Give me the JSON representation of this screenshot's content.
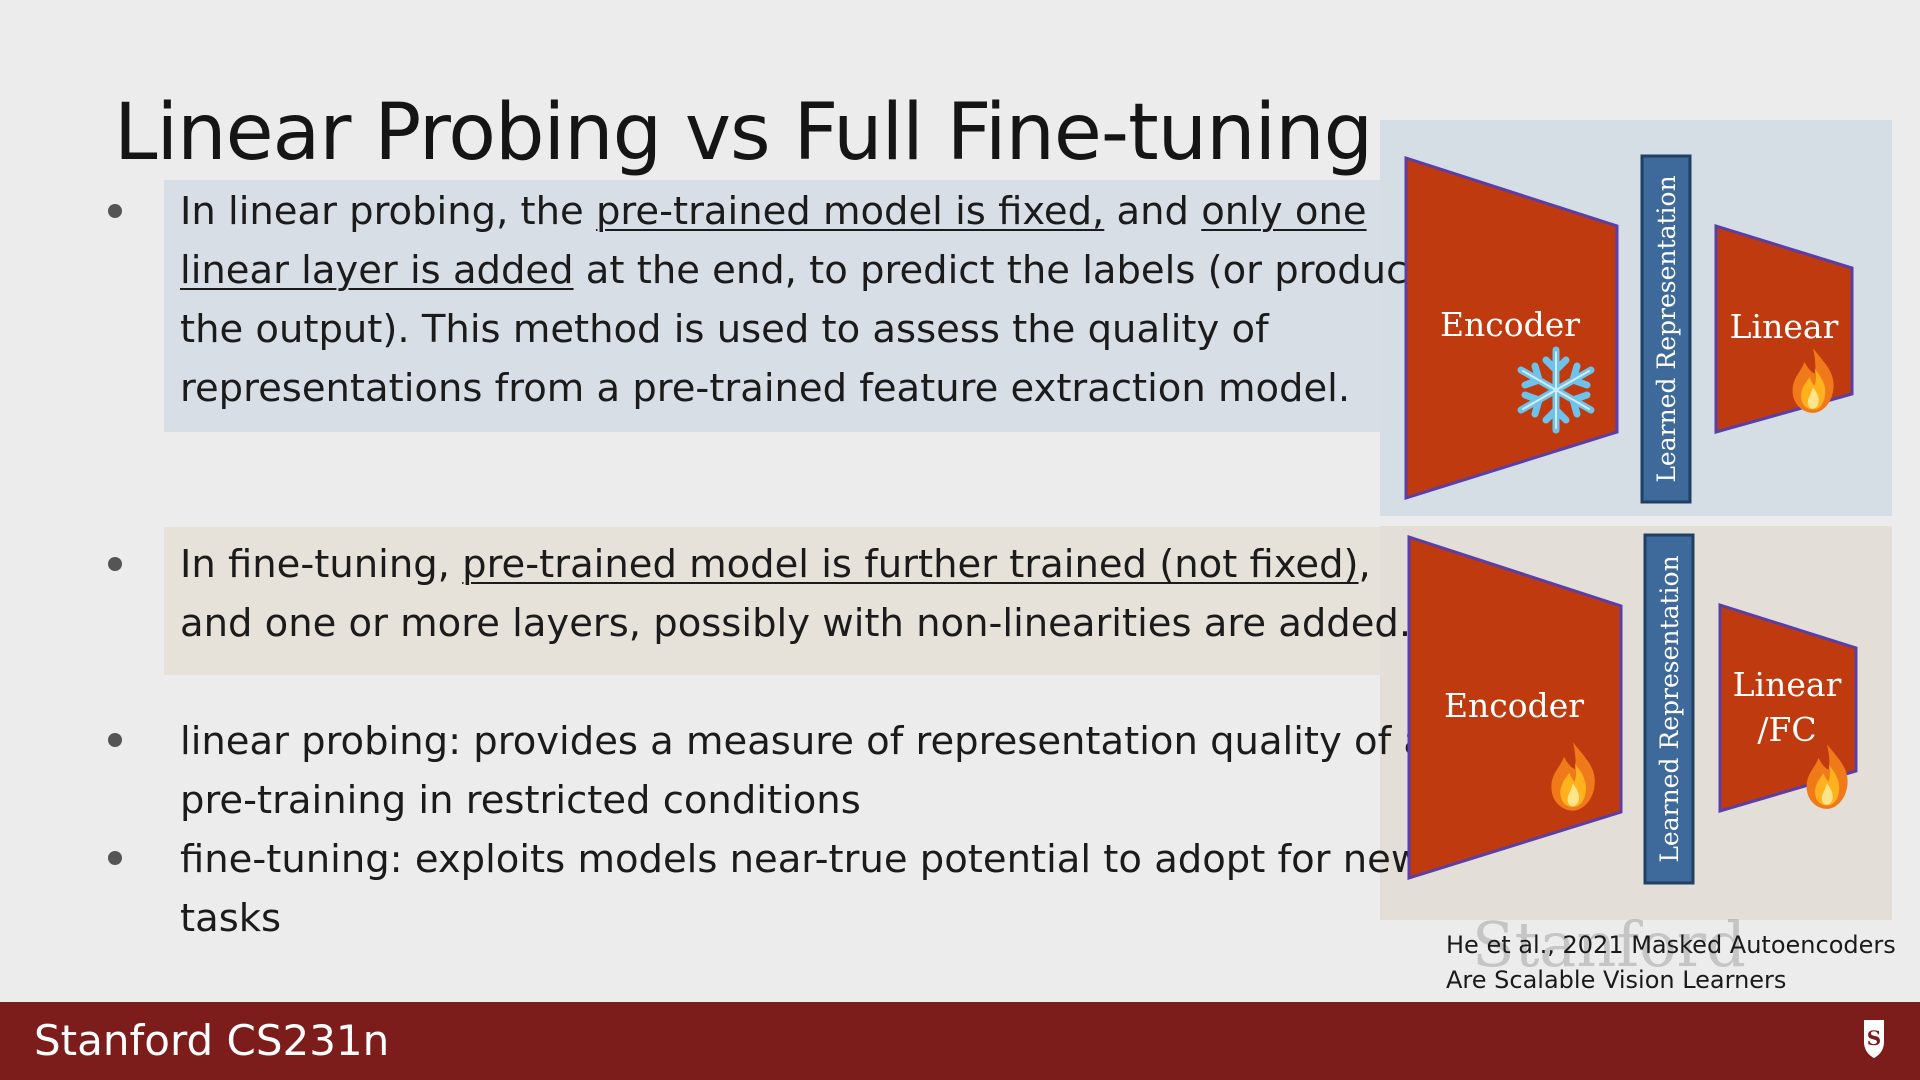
{
  "slide": {
    "title": "Linear Probing vs Full Fine-tuning"
  },
  "bullets": {
    "linear_probing": {
      "part1": "In linear probing, the ",
      "u1": "pre-trained model is fixed,",
      "part2": " and ",
      "u2a": "only one",
      "u2b": "linear layer is added",
      "part3": " at the end, to predict the labels (or produce",
      "line3": "the output). This method is used to assess the quality of",
      "line4": "representations from a pre-trained feature extraction model."
    },
    "fine_tuning": {
      "part1": "In fine-tuning, ",
      "u1": "pre-trained model is further trained (not fixed)",
      "part2": ",",
      "line2": "and one or more layers, possibly with non-linearities are added."
    },
    "summary_probing": {
      "line1": "linear probing: provides a measure of representation quality of a",
      "line2": "pre-training in restricted conditions"
    },
    "summary_finetuning": {
      "line1": "fine-tuning: exploits models near-true potential to adopt for new",
      "line2": "tasks"
    }
  },
  "diagram": {
    "top": {
      "encoder_label": "Encoder",
      "representation_label": "Learned Representation",
      "head_label": "Linear",
      "encoder_icon": "snowflake-icon",
      "head_icon": "flame-icon"
    },
    "bottom": {
      "encoder_label": "Encoder",
      "representation_label": "Learned Representation",
      "head_label_line1": "Linear",
      "head_label_line2": "/FC",
      "encoder_icon": "flame-icon",
      "head_icon": "flame-icon"
    },
    "colors": {
      "block_fill": "#bf3a0f",
      "block_stroke": "#5b3ea8",
      "rep_fill": "#3d6a9a",
      "rep_stroke": "#1f3f63",
      "snowflake": "#6ec3ea"
    }
  },
  "citation": {
    "line1": "He et al., 2021 Masked Autoencoders",
    "line2": "Are Scalable Vision Learners"
  },
  "watermark": "Stanford",
  "footer": {
    "title": "Stanford CS231n",
    "logo_icon": "stanford-logo-icon",
    "color": "#7c1c1b"
  }
}
